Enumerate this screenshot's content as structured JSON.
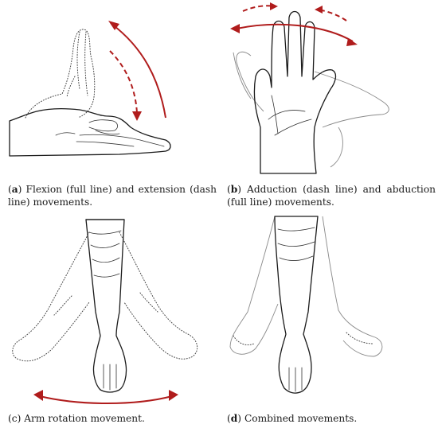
{
  "colors": {
    "arrow": "#b01c1c",
    "ink": "#1b1b1b",
    "ghost": "#8a8a8a"
  },
  "panels": [
    {
      "id": "a",
      "label": "(a)",
      "label_letter": "a",
      "caption": "Flexion (full line) and extension (dash line) movements.",
      "style": "bold-letter"
    },
    {
      "id": "b",
      "label": "(b)",
      "label_letter": "b",
      "caption": "Adduction (dash line) and abduction (full line) movements.",
      "style": "bold-letter"
    },
    {
      "id": "c",
      "label": "(c)",
      "caption": "Arm rotation movement.",
      "style": "plain"
    },
    {
      "id": "d",
      "label": "(d)",
      "label_letter": "d",
      "caption": "Combined movements.",
      "style": "bold-letter"
    }
  ]
}
